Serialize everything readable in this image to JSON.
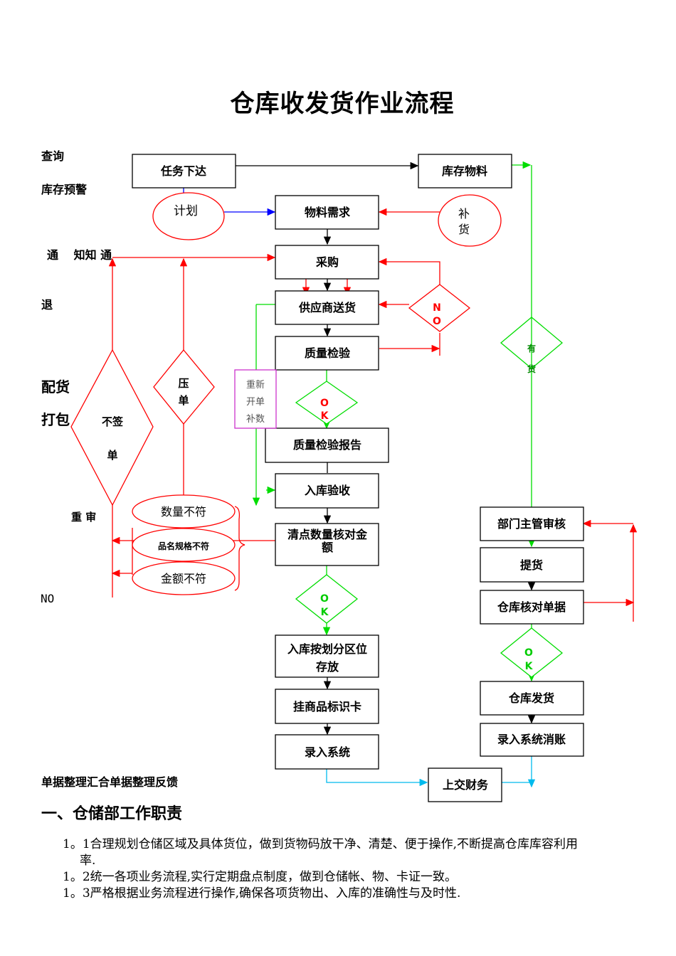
{
  "title": "仓库收发货作业流程",
  "side_labels": {
    "query": "查询",
    "stock_alert": "库存预警",
    "notify": "通　 知知  通",
    "return": "退",
    "distribute": "配货",
    "pack": "打包",
    "reaudit": "重  审",
    "no": "NO",
    "docs": "单据整理汇合单据整理反馈"
  },
  "nodes": {
    "task": "任务下达",
    "stock_material": "库存物料",
    "plan": "计划",
    "material_need": "物料需求",
    "replenish_1": "补",
    "replenish_2": "货",
    "purchase": "采购",
    "supplier": "供应商送货",
    "no_1": "N",
    "no_2": "O",
    "quality_check": "质量检验",
    "has_goods_1": "有",
    "has_goods_2": "货",
    "reissue_1": "重新",
    "reissue_2": "开单",
    "reissue_3": "补数",
    "ok1_1": "O",
    "ok1_2": "K",
    "presign_1": "压",
    "presign_2": "单",
    "unsigned_1": "不签",
    "unsigned_2": "单",
    "quality_report": "质量检验报告",
    "inbound_accept": "入库验收",
    "qty_mismatch": "数量不符",
    "spec_mismatch": "品名规格不符",
    "amount_mismatch": "金额不符",
    "count_check_1": "清点数量核对金",
    "count_check_2": "额",
    "dept_review": "部门主管审核",
    "pickup": "提货",
    "verify_docs": "仓库核对单据",
    "ok2_1": "O",
    "ok2_2": "K",
    "ok3_1": "O",
    "ok3_2": "K",
    "store_1": "入库按划分区位",
    "store_2": "存放",
    "ship": "仓库发货",
    "tag": "挂商品标识卡",
    "writeoff": "录入系统消账",
    "entry": "录入系统",
    "finance": "上交财务"
  },
  "section_title": "一、仓储部工作职责",
  "paragraphs": [
    {
      "line1": "1。1合理规划仓储区域及具体货位，做到货物码放干净、清楚、便于操作,不断提高仓库库容利用",
      "line2": "率."
    },
    {
      "line1": "1。2统一各项业务流程,实行定期盘点制度，做到仓储帐、物、卡证一致。"
    },
    {
      "line1": "1。3严格根据业务流程进行操作,确保各项货物出、入库的准确性与及时性."
    }
  ],
  "colors": {
    "black": "#000000",
    "red": "#ff0000",
    "green": "#00dd00",
    "blue": "#0000ff",
    "cyan": "#00bbee",
    "magenta": "#cc33cc"
  }
}
